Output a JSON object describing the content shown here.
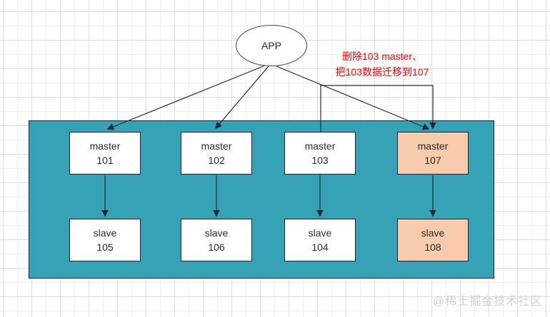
{
  "app_node": {
    "label": "APP"
  },
  "annotation": {
    "line1": "删除103 master、",
    "line2": "把103数据迁移到107",
    "color": "#fd0000"
  },
  "cluster": {
    "background_color": "#35a3b5",
    "highlight_color": "#f8cbad",
    "node_color": "#ffffff",
    "masters": [
      {
        "role": "master",
        "id": "101"
      },
      {
        "role": "master",
        "id": "102"
      },
      {
        "role": "master",
        "id": "103"
      },
      {
        "role": "master",
        "id": "107"
      }
    ],
    "slaves": [
      {
        "role": "slave",
        "id": "105"
      },
      {
        "role": "slave",
        "id": "106"
      },
      {
        "role": "slave",
        "id": "104"
      },
      {
        "role": "slave",
        "id": "108"
      }
    ]
  },
  "edges": {
    "app_to_masters": [
      "101",
      "102",
      "107"
    ],
    "migration": "master 103 → master 107",
    "replication": [
      "101→105",
      "102→106",
      "103→104",
      "107→108"
    ]
  },
  "watermark": {
    "text": "@稀土掘金技术社区",
    "color": "#d2d2d2"
  }
}
